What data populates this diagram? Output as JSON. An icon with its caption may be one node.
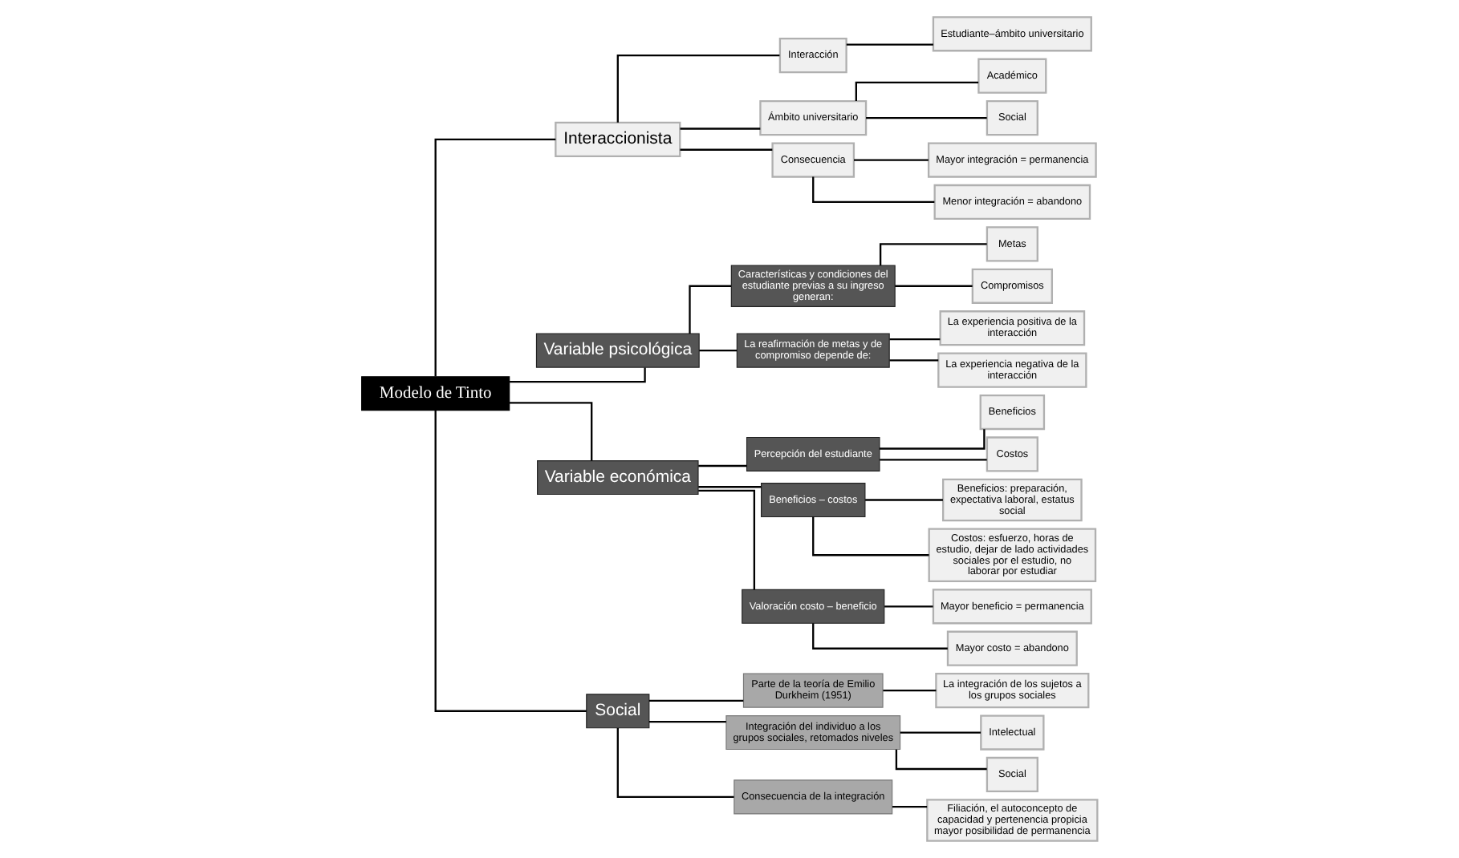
{
  "diagram": {
    "nodes": [
      {
        "text": [
          "Modelo de Tinto"
        ]
      },
      {
        "text": [
          "Interaccionista"
        ]
      },
      {
        "text": [
          "Interacción"
        ]
      },
      {
        "text": [
          "Estudiante–ámbito universitario"
        ]
      },
      {
        "text": [
          "Ámbito universitario"
        ]
      },
      {
        "text": [
          "Académico"
        ]
      },
      {
        "text": [
          "Social"
        ]
      },
      {
        "text": [
          "Consecuencia"
        ]
      },
      {
        "text": [
          "Mayor integración = permanencia"
        ]
      },
      {
        "text": [
          "Menor integración = abandono"
        ]
      },
      {
        "text": [
          "Variable psicológica"
        ]
      },
      {
        "text": [
          "Características y condiciones del estudiante previas a su ingreso generan:"
        ]
      },
      {
        "text": [
          "Metas"
        ]
      },
      {
        "text": [
          "Compromisos"
        ]
      },
      {
        "text": [
          "La reafirmación de metas y de compromiso depende de:"
        ]
      },
      {
        "text": [
          "La experiencia positiva de la interacción"
        ]
      },
      {
        "text": [
          "La experiencia negativa de la interacción"
        ]
      },
      {
        "text": [
          "Variable económica"
        ]
      },
      {
        "text": [
          "Percepción del estudiante"
        ]
      },
      {
        "text": [
          "Beneficios"
        ]
      },
      {
        "text": [
          "Costos"
        ]
      },
      {
        "text": [
          "Beneficios – costos"
        ]
      },
      {
        "text": [
          "Beneficios: preparación, expectativa laboral, estatus social"
        ]
      },
      {
        "text": [
          "Costos: esfuerzo, horas de estudio, dejar de lado actividades sociales por el estudio, no laborar por estudiar"
        ]
      },
      {
        "text": [
          "Valoración costo – beneficio"
        ]
      },
      {
        "text": [
          "Mayor beneficio = permanencia"
        ]
      },
      {
        "text": [
          "Mayor costo = abandono"
        ]
      },
      {
        "text": [
          "Social"
        ]
      },
      {
        "text": [
          "Parte de la teoría de Emilio Durkheim (1951)"
        ]
      },
      {
        "text": [
          "La integración de los sujetos a los grupos sociales"
        ]
      },
      {
        "text": [
          "Integración del individuo a los grupos sociales, retomados niveles"
        ]
      },
      {
        "text": [
          "Intelectual"
        ]
      },
      {
        "text": [
          "Social"
        ]
      },
      {
        "text": [
          "Consecuencia de la integración"
        ]
      },
      {
        "text": [
          "Filiación, el autoconcepto de capacidad y pertenencia propicia mayor posibilidad de permanencia"
        ]
      }
    ],
    "edges": [
      {
        "from": 0,
        "to": 1,
        "arrow": "none"
      },
      {
        "from": 0,
        "to": 10,
        "arrow": "none"
      },
      {
        "from": 0,
        "to": 17,
        "arrow": "none"
      },
      {
        "from": 0,
        "to": 27,
        "arrow": "none"
      },
      {
        "from": 1,
        "to": 2,
        "arrow": "none"
      },
      {
        "from": 2,
        "to": 3,
        "arrow": "none"
      },
      {
        "from": 1,
        "to": 4,
        "arrow": "none"
      },
      {
        "from": 4,
        "to": 5,
        "arrow": "none"
      },
      {
        "from": 4,
        "to": 6,
        "arrow": "none"
      },
      {
        "from": 1,
        "to": 7,
        "arrow": "none"
      },
      {
        "from": 7,
        "to": 8,
        "arrow": "none"
      },
      {
        "from": 7,
        "to": 9,
        "arrow": "none"
      },
      {
        "from": 10,
        "to": 11,
        "arrow": "none"
      },
      {
        "from": 11,
        "to": 12,
        "arrow": "none"
      },
      {
        "from": 11,
        "to": 13,
        "arrow": "none"
      },
      {
        "from": 10,
        "to": 14,
        "arrow": "none"
      },
      {
        "from": 14,
        "to": 15,
        "arrow": "none"
      },
      {
        "from": 14,
        "to": 16,
        "arrow": "none"
      },
      {
        "from": 17,
        "to": 18,
        "arrow": "none"
      },
      {
        "from": 18,
        "to": 19,
        "arrow": "none"
      },
      {
        "from": 18,
        "to": 20,
        "arrow": "none"
      },
      {
        "from": 17,
        "to": 21,
        "arrow": "none"
      },
      {
        "from": 21,
        "to": 22,
        "arrow": "none"
      },
      {
        "from": 21,
        "to": 23,
        "arrow": "none"
      },
      {
        "from": 17,
        "to": 24,
        "arrow": "none"
      },
      {
        "from": 24,
        "to": 25,
        "arrow": "none"
      },
      {
        "from": 24,
        "to": 26,
        "arrow": "none"
      },
      {
        "from": 27,
        "to": 28,
        "arrow": "none"
      },
      {
        "from": 28,
        "to": 29,
        "arrow": "none"
      },
      {
        "from": 27,
        "to": 30,
        "arrow": "none"
      },
      {
        "from": 30,
        "to": 31,
        "arrow": "none"
      },
      {
        "from": 30,
        "to": 32,
        "arrow": "none"
      },
      {
        "from": 27,
        "to": 33,
        "arrow": "none"
      },
      {
        "from": 33,
        "to": 34,
        "arrow": "none"
      }
    ]
  }
}
